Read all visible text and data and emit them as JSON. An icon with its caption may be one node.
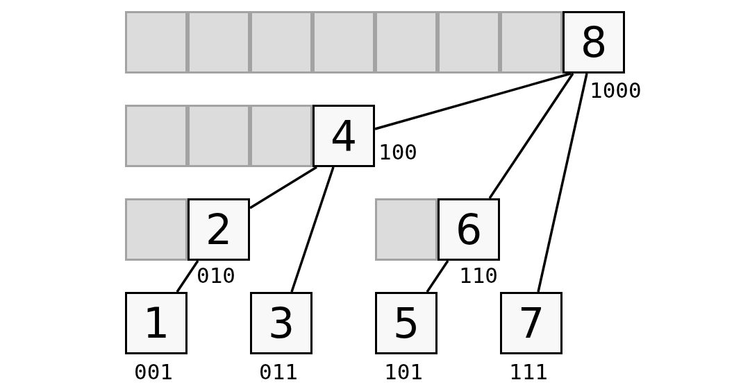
{
  "diagram": {
    "nodes": [
      {
        "text": [],
        "shape": "box"
      },
      {
        "text": [],
        "shape": "box"
      },
      {
        "text": [],
        "shape": "box"
      },
      {
        "text": [],
        "shape": "box"
      },
      {
        "text": [],
        "shape": "box"
      },
      {
        "text": [],
        "shape": "box"
      },
      {
        "text": [],
        "shape": "box"
      },
      {
        "text": [
          "8"
        ],
        "beside": [
          "1000"
        ]
      },
      {
        "text": [],
        "shape": "box"
      },
      {
        "text": [],
        "shape": "box"
      },
      {
        "text": [],
        "shape": "box"
      },
      {
        "text": [
          "4"
        ],
        "beside": [
          "100"
        ]
      },
      {
        "text": [],
        "shape": "box"
      },
      {
        "text": [
          "2"
        ],
        "beside": [
          "010"
        ]
      },
      {
        "text": [],
        "shape": "box"
      },
      {
        "text": [
          "6"
        ],
        "beside": [
          "110"
        ]
      },
      {
        "text": [
          "1"
        ],
        "beside": [
          "001"
        ]
      },
      {
        "text": [
          "3"
        ],
        "beside": [
          "011"
        ]
      },
      {
        "text": [
          "5"
        ],
        "beside": [
          "101"
        ]
      },
      {
        "text": [
          "7"
        ],
        "beside": [
          "111"
        ]
      }
    ],
    "edges": [
      {
        "from": 7,
        "to": 11,
        "arrow": "none"
      },
      {
        "from": 7,
        "to": 15,
        "arrow": "none"
      },
      {
        "from": 7,
        "to": 19,
        "arrow": "none"
      },
      {
        "from": 11,
        "to": 13,
        "arrow": "none"
      },
      {
        "from": 11,
        "to": 17,
        "arrow": "none"
      },
      {
        "from": 13,
        "to": 16,
        "arrow": "none"
      },
      {
        "from": 15,
        "to": 18,
        "arrow": "none"
      }
    ]
  }
}
